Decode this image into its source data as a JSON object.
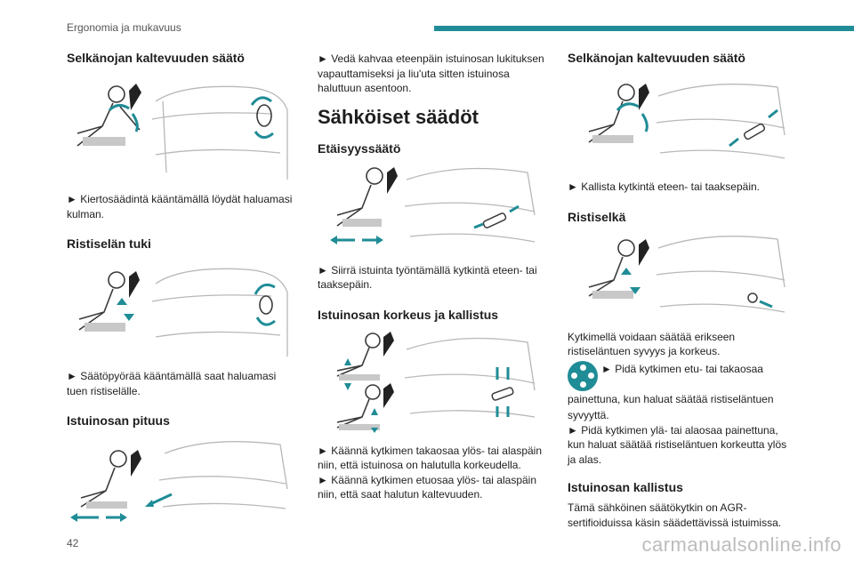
{
  "header": {
    "section": "Ergonomia ja mukavuus"
  },
  "footer": {
    "page_number": "42",
    "watermark": "carmanualsonline.info"
  },
  "col1": {
    "h1": "Selkänojan kaltevuuden säätö",
    "p1": "► Kiertosäädintä kääntämällä löydät haluamasi kulman.",
    "h2": "Ristiselän tuki",
    "p2": "► Säätöpyörää kääntämällä saat haluamasi tuen ristiselälle.",
    "h3": "Istuinosan pituus"
  },
  "col2": {
    "p0": "► Vedä kahvaa eteenpäin istuinosan lukituksen vapauttamiseksi ja liu'uta sitten istuinosa haluttuun asentoon.",
    "title": "Sähköiset säädöt",
    "h1": "Etäisyyssäätö",
    "p1": "► Siirrä istuinta työntämällä kytkintä eteen- tai taaksepäin.",
    "h2": "Istuinosan korkeus ja kallistus",
    "p2a": "► Käännä kytkimen takaosaa ylös- tai alaspäin niin, että istuinosa on halutulla korkeudella.",
    "p2b": "► Käännä kytkimen etuosaa ylös- tai alaspäin niin, että saat halutun kaltevuuden."
  },
  "col3": {
    "h1": "Selkänojan kaltevuuden säätö",
    "p1": "► Kallista kytkintä eteen- tai taaksepäin.",
    "h2": "Ristiselkä",
    "p2": "Kytkimellä voidaan säätää erikseen ristiseläntuen syvyys ja korkeus.",
    "p3": "► Pidä kytkimen etu- tai takaosaa painettuna, kun haluat säätää ristiseläntuen syvyyttä.",
    "p4": "► Pidä kytkimen ylä- tai alaosaa painettuna, kun haluat säätää ristiseläntuen korkeutta ylös ja alas.",
    "h3": "Istuinosan kallistus",
    "p5": "Tämä sähköinen säätökytkin on AGR-sertifioiduissa käsin säädettävissä istuimissa."
  },
  "colors": {
    "accent": "#1f8c96",
    "line": "#3a3a3a",
    "seat": "#c8c8c8"
  }
}
